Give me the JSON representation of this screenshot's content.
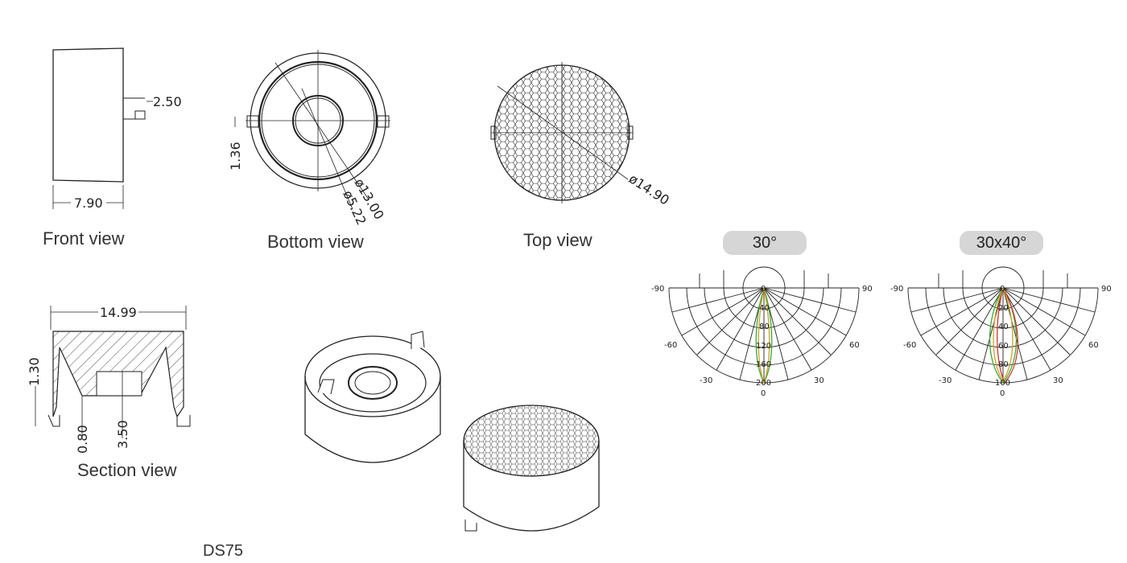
{
  "views": {
    "front": {
      "caption": "Front view",
      "dim_width": "7.90",
      "dim_tab": "2.50"
    },
    "bottom": {
      "caption": "Bottom view",
      "dim_tab": "1.36",
      "dim_inner": "ø5.22",
      "dim_outer": "ø13.00"
    },
    "top": {
      "caption": "Top view",
      "dim_diam": "ø14.90"
    },
    "section": {
      "caption": "Section view",
      "dim_width": "14.99",
      "dim_left": "1.30",
      "dim_step": "0.80",
      "dim_inner": "3.50"
    }
  },
  "model": "DS75",
  "beams": [
    {
      "label": "30°",
      "angle_labels": [
        "-90",
        "90",
        "-60",
        "60",
        "-30",
        "30",
        "0",
        "0"
      ],
      "radial_labels": [
        "40",
        "80",
        "120",
        "160",
        "200"
      ]
    },
    {
      "label": "30x40°",
      "angle_labels": [
        "-90",
        "90",
        "-60",
        "60",
        "-30",
        "30",
        "0",
        "0"
      ],
      "radial_labels": [
        "20",
        "40",
        "60",
        "80",
        "100"
      ]
    }
  ],
  "colors": {
    "line": "#222222",
    "curve_green": "#3aa835",
    "curve_red": "#d0342c",
    "curve_orange": "#c9a227"
  }
}
